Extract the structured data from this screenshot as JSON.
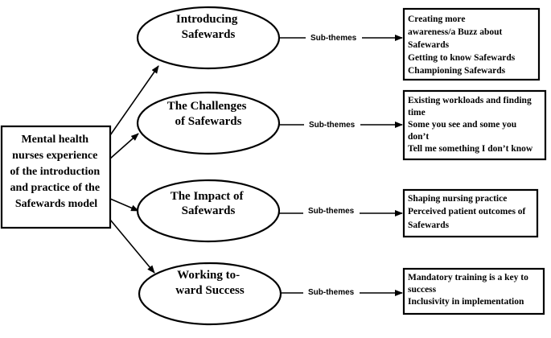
{
  "central": {
    "lines": [
      "Mental health",
      "nurses experience",
      "of the introduction",
      "and practice of the",
      "Safewards model"
    ]
  },
  "connector_label": "Sub-themes",
  "themes": [
    {
      "id": "introducing",
      "lines": [
        "Introducing",
        "Safewards"
      ],
      "subthemes": [
        "Creating more",
        "awareness/a Buzz about",
        "Safewards",
        "Getting to know Safewards",
        "Championing Safewards"
      ]
    },
    {
      "id": "challenges",
      "lines": [
        "The Challenges",
        "of Safewards"
      ],
      "subthemes": [
        "Existing workloads and finding",
        "time",
        "Some you see and some you",
        "don’t",
        "Tell me something I don’t know"
      ]
    },
    {
      "id": "impact",
      "lines": [
        "The Impact of",
        "Safewards"
      ],
      "subthemes": [
        "Shaping nursing practice",
        "Perceived patient outcomes of",
        "Safewards"
      ]
    },
    {
      "id": "success",
      "lines": [
        "Working to-",
        "ward Success"
      ],
      "subthemes": [
        "Mandatory training is a key to",
        "success",
        "Inclusivity in implementation"
      ]
    }
  ]
}
